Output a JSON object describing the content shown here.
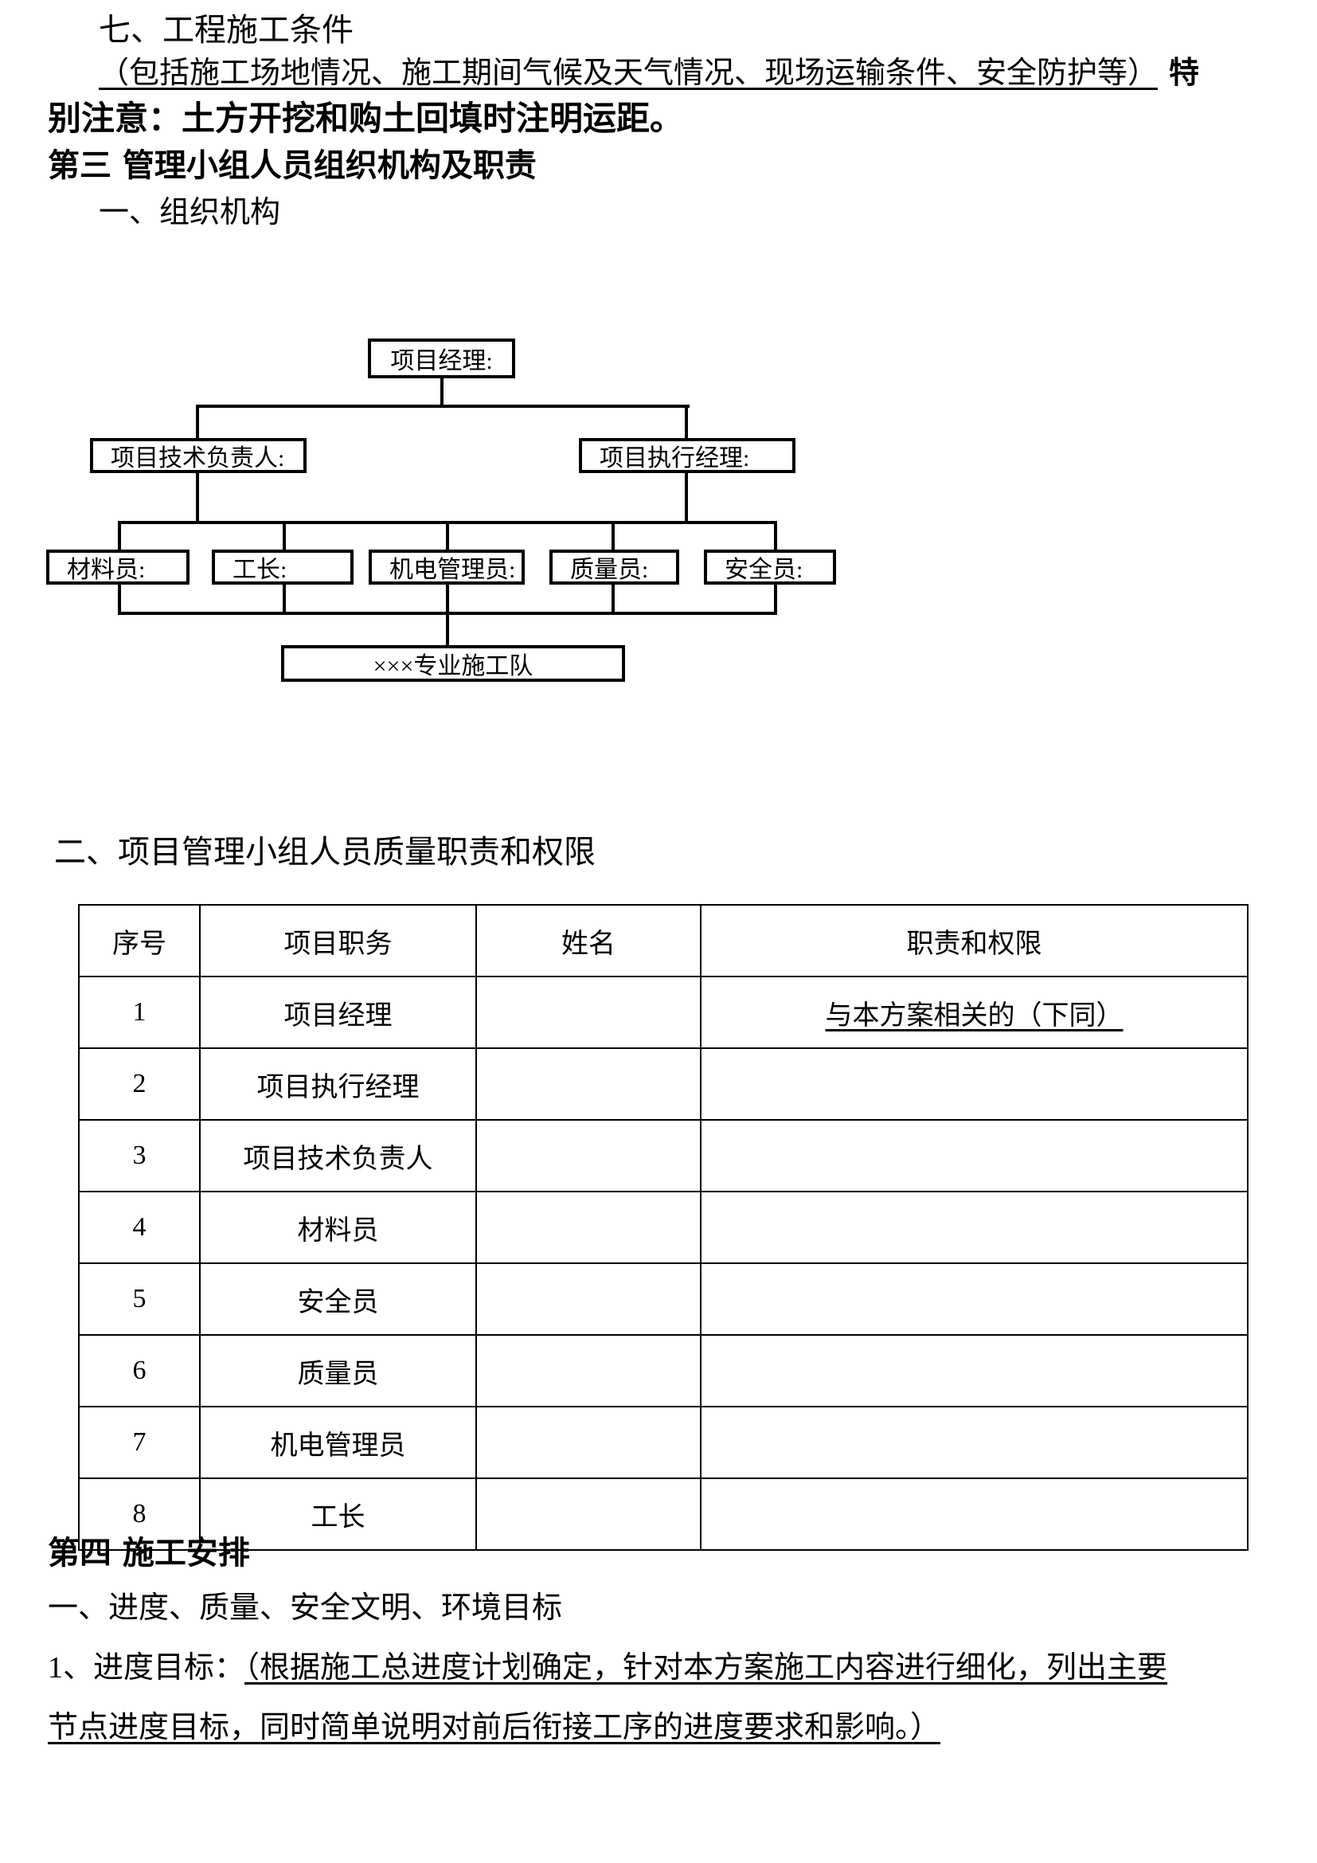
{
  "document": {
    "section_seven_heading": "七、工程施工条件",
    "section_seven_note_underlined": "（包括施工场地情况、施工期间气候及天气情况、现场运输条件、安全防护等）",
    "section_seven_note_bold_tail": "特",
    "section_seven_note_line2": "别注意：土方开挖和购土回填时注明运距。",
    "chapter_three_heading": "第三   管理小组人员组织机构及职责",
    "subsection_one": "一、组织机构",
    "subsection_two": "二、项目管理小组人员质量职责和权限",
    "chapter_four_heading": "第四   施工安排",
    "chapter_four_item_one": "一、进度、质量、安全文明、环境目标",
    "chapter_four_item_two_prefix": "1、进度目标：",
    "chapter_four_item_two_underlined_line1": "（根据施工总进度计划确定，针对本方案施工内容进行细化，列出主要",
    "chapter_four_item_two_underlined_line2": "节点进度目标，同时简单说明对前后衔接工序的进度要求和影响。）"
  },
  "org_chart": {
    "project_manager": "项目经理:",
    "technical_lead": "项目技术负责人:",
    "executive_manager": "项目执行经理:",
    "staff": [
      "材料员:",
      "工长:",
      "机电管理员:",
      "质量员:",
      "安全员:"
    ],
    "construction_team": "×××专业施工队"
  },
  "responsibility_table": {
    "headers": [
      "序号",
      "项目职务",
      "姓名",
      "职责和权限"
    ],
    "rows": [
      {
        "no": "1",
        "post": "项目经理",
        "name": "",
        "duty": "与本方案相关的（下同）",
        "duty_underlined": true
      },
      {
        "no": "2",
        "post": "项目执行经理",
        "name": "",
        "duty": "",
        "duty_underlined": false
      },
      {
        "no": "3",
        "post": "项目技术负责人",
        "name": "",
        "duty": "",
        "duty_underlined": false
      },
      {
        "no": "4",
        "post": "材料员",
        "name": "",
        "duty": "",
        "duty_underlined": false
      },
      {
        "no": "5",
        "post": "安全员",
        "name": "",
        "duty": "",
        "duty_underlined": false
      },
      {
        "no": "6",
        "post": "质量员",
        "name": "",
        "duty": "",
        "duty_underlined": false
      },
      {
        "no": "7",
        "post": "机电管理员",
        "name": "",
        "duty": "",
        "duty_underlined": false
      },
      {
        "no": "8",
        "post": "工长",
        "name": "",
        "duty": "",
        "duty_underlined": false
      }
    ]
  },
  "colors": {
    "text": "#000000",
    "background": "#ffffff",
    "rule": "#000000"
  }
}
